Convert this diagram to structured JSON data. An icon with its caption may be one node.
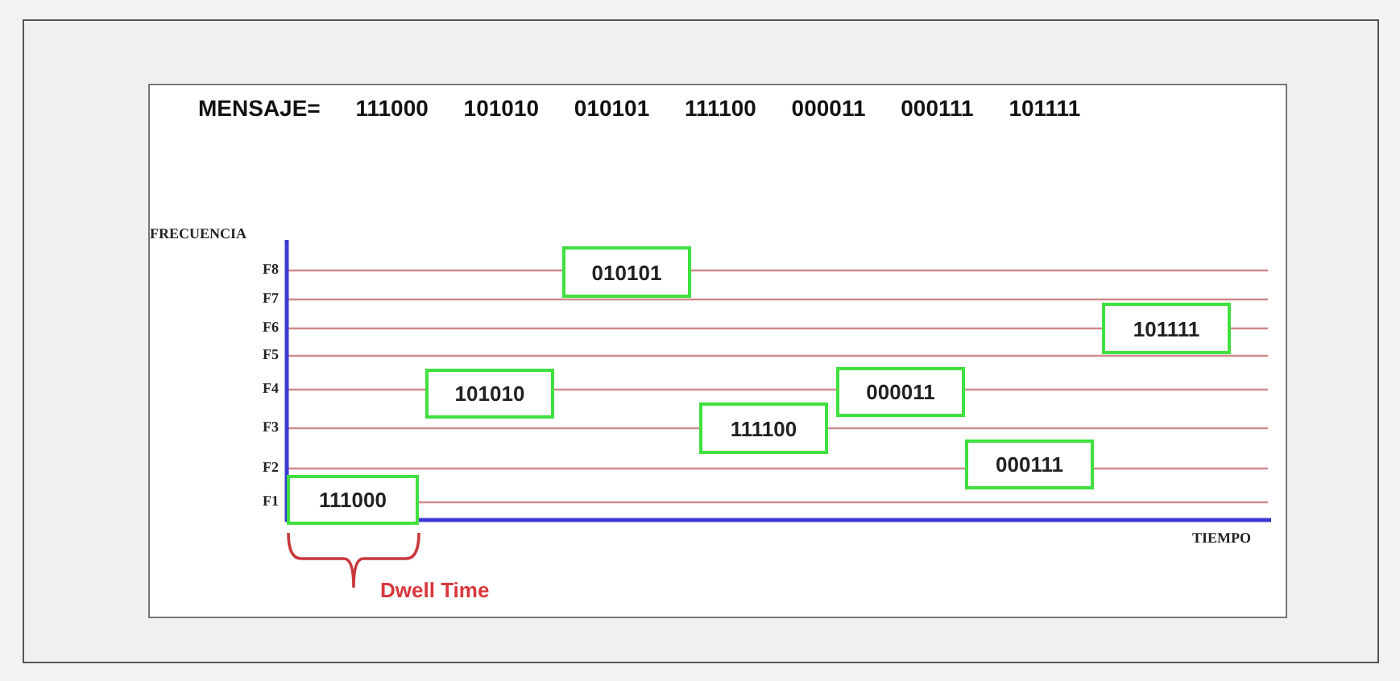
{
  "diagram": {
    "title": "MENSAJE= 111000 101010 010101 111100 000011 000111 101111",
    "nodes": [
      {
        "text": [
          "111000"
        ]
      },
      {
        "text": [
          "101010"
        ]
      },
      {
        "text": [
          "010101"
        ]
      },
      {
        "text": [
          "111100"
        ]
      },
      {
        "text": [
          "000011"
        ]
      },
      {
        "text": [
          "000111"
        ]
      },
      {
        "text": [
          "101111"
        ]
      }
    ],
    "labels": [
      "FRECUENCIA",
      "F8",
      "F7",
      "F6",
      "F5",
      "F4",
      "F3",
      "F2",
      "F1",
      "TIEMPO",
      "Dwell Time"
    ]
  }
}
